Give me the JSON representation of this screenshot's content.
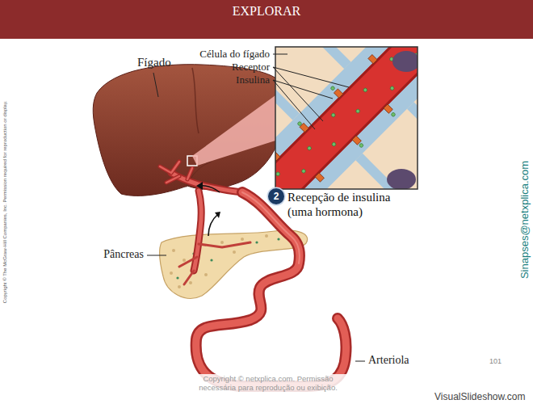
{
  "diagram": {
    "title": "EXPLORAR",
    "nodes": [
      {
        "text": [
          "2"
        ]
      }
    ],
    "labels": [
      "Fígado",
      "Célula do fígado",
      "Receptor",
      "Insulina",
      "Recepção de insulina (uma hormona)",
      "Pâncreas",
      "Arteriola",
      "Copyright © The McGraw-Hill Companies, Inc. Permission required for reproduction or display.",
      "Sinapses@netxplica.com",
      "Copyright © netxplica.com. Permissão necessária para reprodução ou exibição.",
      "101",
      "VisualSlideshow.com"
    ]
  }
}
